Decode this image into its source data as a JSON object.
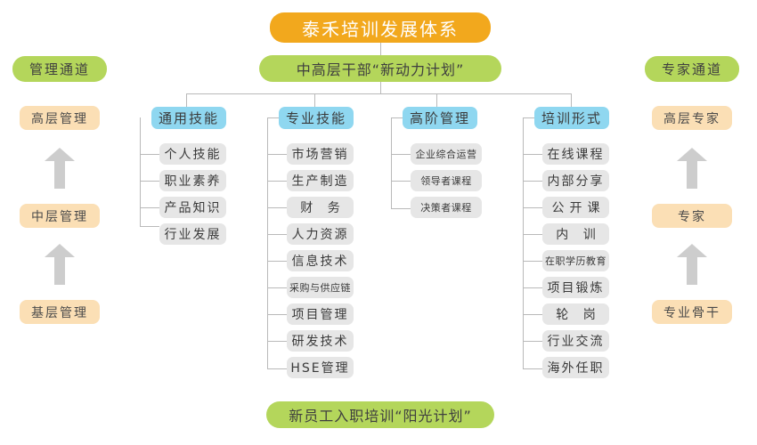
{
  "title": "泰禾培训发展体系",
  "subtitle": "中高层干部“新动力计划”",
  "bottom_banner": "新员工入职培训“阳光计划”",
  "colors": {
    "title_bg": "#F2A81D",
    "green": "#B4D65B",
    "peach": "#FBDFB5",
    "blue": "#8FD7F0",
    "leaf_gray": "#E6E6E6",
    "line": "#b9b9b9",
    "arrow": "#CDCDCD",
    "background": "#ffffff"
  },
  "left_channel": {
    "header": "管理通道",
    "levels": [
      {
        "label": "高层管理"
      },
      {
        "label": "中层管理"
      },
      {
        "label": "基层管理"
      }
    ]
  },
  "right_channel": {
    "header": "专家通道",
    "levels": [
      {
        "label": "高层专家"
      },
      {
        "label": "专家"
      },
      {
        "label": "专业骨干"
      }
    ]
  },
  "tree": {
    "columns": [
      {
        "header": "通用技能",
        "items": [
          {
            "label": "个人技能"
          },
          {
            "label": "职业素养"
          },
          {
            "label": "产品知识"
          },
          {
            "label": "行业发展"
          }
        ]
      },
      {
        "header": "专业技能",
        "items": [
          {
            "label": "市场营销"
          },
          {
            "label": "生产制造"
          },
          {
            "label": "财 务"
          },
          {
            "label": "人力资源"
          },
          {
            "label": "信息技术"
          },
          {
            "label": "采购与供应链"
          },
          {
            "label": "项目管理"
          },
          {
            "label": "研发技术"
          },
          {
            "label": "HSE管理"
          }
        ]
      },
      {
        "header": "高阶管理",
        "items": [
          {
            "label": "企业综合运营"
          },
          {
            "label": "领导者课程"
          },
          {
            "label": "决策者课程"
          }
        ]
      },
      {
        "header": "培训形式",
        "items": [
          {
            "label": "在线课程"
          },
          {
            "label": "内部分享"
          },
          {
            "label": "公开课"
          },
          {
            "label": "内 训"
          },
          {
            "label": "在职学历教育"
          },
          {
            "label": "项目锻炼"
          },
          {
            "label": "轮 岗"
          },
          {
            "label": "行业交流"
          },
          {
            "label": "海外任职"
          }
        ]
      }
    ]
  }
}
